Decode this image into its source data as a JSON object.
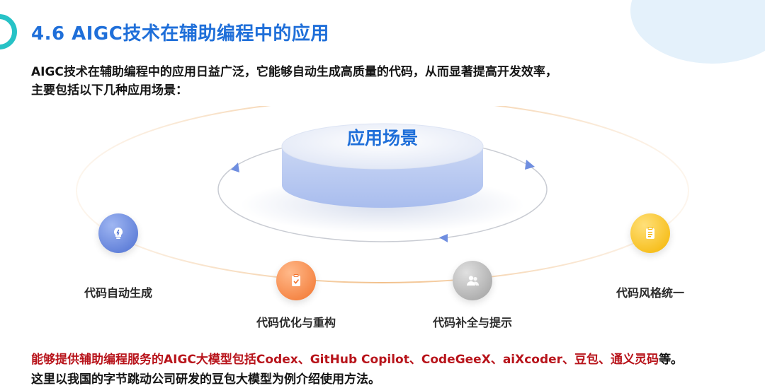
{
  "title": "4.6 AIGC技术在辅助编程中的应用",
  "intro": {
    "line1": "AIGC技术在辅助编程中的应用日益广泛，它能够自动生成高质量的代码，从而显著提高开发效率，",
    "line2": "主要包括以下几种应用场景："
  },
  "diagram": {
    "center_label": "应用场景",
    "nodes": [
      {
        "label": "代码自动生成",
        "icon": "lightbulb-icon",
        "color": "#4d6fd1"
      },
      {
        "label": "代码优化与重构",
        "icon": "clipboard-icon",
        "color": "#f2742e"
      },
      {
        "label": "代码补全与提示",
        "icon": "users-icon",
        "color": "#9e9e9e"
      },
      {
        "label": "代码风格统一",
        "icon": "document-icon",
        "color": "#f4b400"
      }
    ]
  },
  "bottom": {
    "line1_red": "能够提供辅助编程服务的AIGC大模型包括Codex、GitHub Copilot、CodeGeeX、aiXcoder、豆包、通义灵码",
    "line1_tail": "等。",
    "line2": "这里以我国的字节跳动公司研发的豆包大模型为例介绍使用方法。"
  },
  "colors": {
    "title_blue": "#1f6fd9",
    "emphasis_red": "#b8141b",
    "deco_teal": "#27c2c6"
  }
}
